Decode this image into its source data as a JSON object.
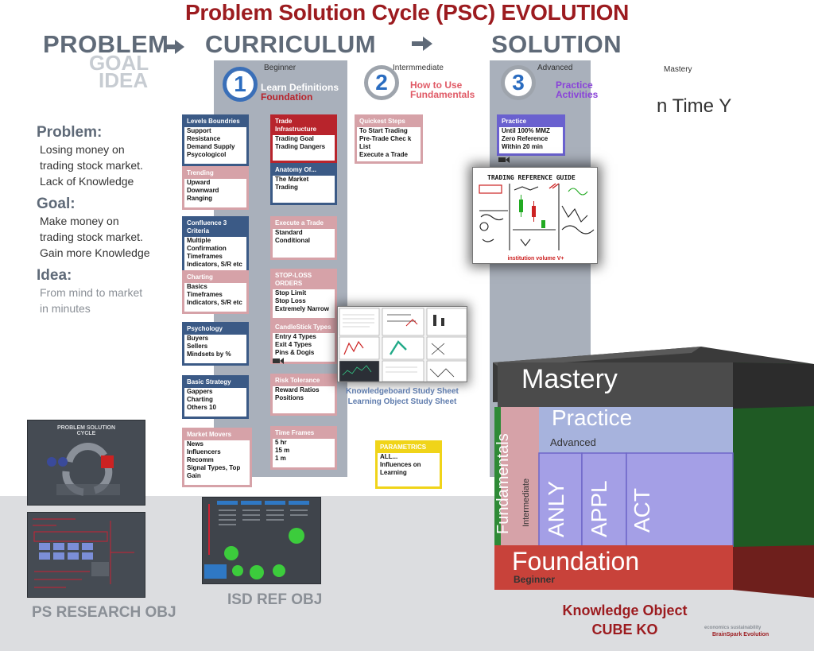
{
  "title": "Problem Solution Cycle (PSC) EVOLUTION",
  "header": {
    "problem": "PROBLEM",
    "curriculum": "CURRICULUM",
    "solution": "SOLUTION",
    "goal_ghost": "GOAL",
    "idea_ghost": "IDEA"
  },
  "left": {
    "problem_heading": "Problem:",
    "problem_lines": [
      "Losing money on",
      "trading stock market.",
      "Lack of Knowledge"
    ],
    "goal_heading": "Goal:",
    "goal_lines": [
      "Make money on",
      "trading stock market.",
      "Gain more Knowledge"
    ],
    "idea_heading": "Idea:",
    "idea_lines": [
      "From mind to market",
      "in minutes"
    ]
  },
  "levels": {
    "beginner": "Beginner",
    "intermediate": "Intermmediate",
    "advanced": "Advanced",
    "mastery": "Mastery"
  },
  "stages": {
    "s1": {
      "num": "1",
      "line1": "Learn Definitions",
      "line2": "Foundation"
    },
    "s2": {
      "num": "2",
      "line1": "How to Use",
      "line2": "Fundamentals"
    },
    "s3": {
      "num": "3",
      "line1": "Practice",
      "line2": "Activities"
    }
  },
  "mastery_text": "n Time Y",
  "cards": {
    "levels": {
      "title": "Levels Boundries",
      "items": [
        "Support Resistance",
        "Demand Supply",
        "Psycologicol"
      ]
    },
    "trending": {
      "title": "Trending",
      "items": [
        "Upward",
        "Downward",
        "Ranging"
      ]
    },
    "confluence": {
      "title": "Confluence 3 Criteria",
      "items": [
        "Multiple Confirmation",
        "Timeframes",
        "Indicators, S/R etc"
      ]
    },
    "charting": {
      "title": "Charting",
      "items": [
        "Basics",
        "Timeframes",
        "Indicators, S/R etc"
      ]
    },
    "psychology": {
      "title": "Psychology",
      "items": [
        "Buyers",
        "Sellers",
        "Mindsets by %"
      ]
    },
    "strategy": {
      "title": "Basic Strategy",
      "items": [
        "Gappers",
        "Charting",
        "Others 10"
      ]
    },
    "movers": {
      "title": "Market Movers",
      "items": [
        "News",
        "Influencers Recomm",
        "Signal Types, Top Gain"
      ]
    },
    "infra": {
      "title": "Trade Infrastructure",
      "items": [
        "Trading Goal",
        "Trading Dangers"
      ]
    },
    "anatomy": {
      "title": "Anatomy Of...",
      "items": [
        "The Market",
        "Trading"
      ]
    },
    "execute": {
      "title": "Execute a Trade",
      "items": [
        "Standard",
        "Conditional"
      ]
    },
    "stoploss": {
      "title": "STOP-LOSS ORDERS",
      "items": [
        "Stop Limit",
        "Stop Loss",
        "Extremely Narrow"
      ]
    },
    "candle": {
      "title": "CandleStick Types",
      "items": [
        "Entry 4 Types",
        "Exit 4 Types",
        "Pins & Dogis"
      ]
    },
    "risk": {
      "title": "Risk Tolerance",
      "items": [
        "Reward Ratios",
        "Positions"
      ]
    },
    "timeframes": {
      "title": "Time Frames",
      "items": [
        "5 hr",
        "15 m",
        "1 m"
      ]
    },
    "quickest": {
      "title": "Quickest Steps",
      "items": [
        "To Start Trading",
        "Pre-Trade Chec k List",
        "Execute a Trade"
      ]
    },
    "practice": {
      "title": "Practice",
      "items": [
        "Until 100% MMZ",
        "Zero Reference",
        "Within 20 min"
      ]
    },
    "parametrics": {
      "title": "PARAMETRICS",
      "items": [
        "ALL...",
        "Influences on Learning"
      ]
    }
  },
  "study_sheets": {
    "caption1": "Knowledgeboard Study Sheet",
    "caption2": "Learning Object Study Sheet",
    "ref_guide": "TRADING REFERENCE GUIDE",
    "ref_caption": "institution volume V+"
  },
  "cube": {
    "mastery": "Mastery",
    "practice": "Practice",
    "advanced": "Advanced",
    "fundamentals": "Fundamentals",
    "intermediate": "Intermediate",
    "anly": "ANLY",
    "appl": "APPL",
    "act": "ACT",
    "foundation": "Foundation",
    "beginner": "Beginner"
  },
  "bottom": {
    "ps_research": "PS RESEARCH OBJ",
    "isd_ref": "ISD REF OBJ",
    "ko_line1": "Knowledge Object",
    "ko_line2": "CUBE KO",
    "psc_thumb_title1": "PROBLEM SOLUTION",
    "psc_thumb_title2": "CYCLE",
    "brand1": "economics  sustainability",
    "brand2": "BrainSpark Evolution"
  },
  "colors": {
    "title_red": "#9c1b1f",
    "navy": "#3b5a86",
    "pink": "#d6a2a8",
    "red": "#b8242c",
    "purple": "#6a61cf",
    "yellow": "#f0d419"
  }
}
